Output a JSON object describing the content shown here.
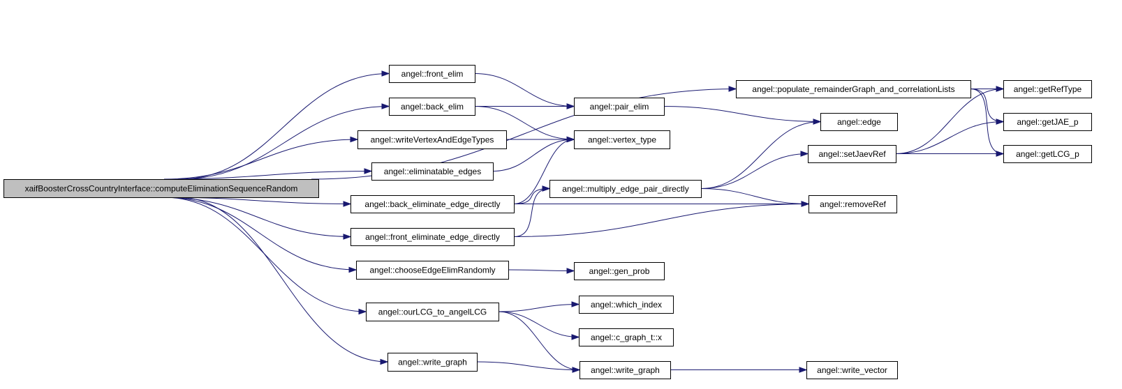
{
  "graph": {
    "colors": {
      "edge": "#191970",
      "node_border": "#000000",
      "root_fill": "#bfbfbf",
      "node_fill": "#ffffff"
    },
    "nodes": [
      {
        "id": "root",
        "label": "xaifBoosterCrossCountryInterface::computeEliminationSequenceRandom",
        "root": true
      },
      {
        "id": "front_elim",
        "label": "angel::front_elim"
      },
      {
        "id": "back_elim",
        "label": "angel::back_elim"
      },
      {
        "id": "writeVertexAndEdgeTypes",
        "label": "angel::writeVertexAndEdgeTypes"
      },
      {
        "id": "eliminatable_edges",
        "label": "angel::eliminatable_edges"
      },
      {
        "id": "back_eliminate_edge_directly",
        "label": "angel::back_eliminate_edge_directly"
      },
      {
        "id": "front_eliminate_edge_directly",
        "label": "angel::front_eliminate_edge_directly"
      },
      {
        "id": "chooseEdgeElimRandomly",
        "label": "angel::chooseEdgeElimRandomly"
      },
      {
        "id": "ourLCG_to_angelLCG",
        "label": "angel::ourLCG_to_angelLCG"
      },
      {
        "id": "write_graph_1",
        "label": "angel::write_graph"
      },
      {
        "id": "pair_elim",
        "label": "angel::pair_elim"
      },
      {
        "id": "vertex_type",
        "label": "angel::vertex_type"
      },
      {
        "id": "multiply_edge_pair_directly",
        "label": "angel::multiply_edge_pair_directly"
      },
      {
        "id": "gen_prob",
        "label": "angel::gen_prob"
      },
      {
        "id": "which_index",
        "label": "angel::which_index"
      },
      {
        "id": "c_graph_t_x",
        "label": "angel::c_graph_t::x"
      },
      {
        "id": "write_graph_2",
        "label": "angel::write_graph"
      },
      {
        "id": "populate",
        "label": "angel::populate_remainderGraph_and_correlationLists"
      },
      {
        "id": "edge",
        "label": "angel::edge"
      },
      {
        "id": "setJaevRef",
        "label": "angel::setJaevRef"
      },
      {
        "id": "removeRef",
        "label": "angel::removeRef"
      },
      {
        "id": "write_vector",
        "label": "angel::write_vector"
      },
      {
        "id": "getRefType",
        "label": "angel::getRefType"
      },
      {
        "id": "getJAE_p",
        "label": "angel::getJAE_p"
      },
      {
        "id": "getLCG_p",
        "label": "angel::getLCG_p"
      }
    ],
    "edges": [
      [
        "root",
        "populate"
      ],
      [
        "root",
        "front_elim"
      ],
      [
        "root",
        "back_elim"
      ],
      [
        "root",
        "writeVertexAndEdgeTypes"
      ],
      [
        "root",
        "eliminatable_edges"
      ],
      [
        "root",
        "back_eliminate_edge_directly"
      ],
      [
        "root",
        "front_eliminate_edge_directly"
      ],
      [
        "root",
        "chooseEdgeElimRandomly"
      ],
      [
        "root",
        "ourLCG_to_angelLCG"
      ],
      [
        "root",
        "write_graph_1"
      ],
      [
        "front_elim",
        "pair_elim"
      ],
      [
        "back_elim",
        "pair_elim"
      ],
      [
        "back_elim",
        "vertex_type"
      ],
      [
        "writeVertexAndEdgeTypes",
        "vertex_type"
      ],
      [
        "eliminatable_edges",
        "vertex_type"
      ],
      [
        "pair_elim",
        "edge"
      ],
      [
        "back_eliminate_edge_directly",
        "vertex_type"
      ],
      [
        "back_eliminate_edge_directly",
        "multiply_edge_pair_directly"
      ],
      [
        "back_eliminate_edge_directly",
        "removeRef"
      ],
      [
        "front_eliminate_edge_directly",
        "multiply_edge_pair_directly"
      ],
      [
        "front_eliminate_edge_directly",
        "removeRef"
      ],
      [
        "multiply_edge_pair_directly",
        "edge"
      ],
      [
        "multiply_edge_pair_directly",
        "setJaevRef"
      ],
      [
        "multiply_edge_pair_directly",
        "removeRef"
      ],
      [
        "chooseEdgeElimRandomly",
        "gen_prob"
      ],
      [
        "ourLCG_to_angelLCG",
        "which_index"
      ],
      [
        "ourLCG_to_angelLCG",
        "c_graph_t_x"
      ],
      [
        "ourLCG_to_angelLCG",
        "write_graph_2"
      ],
      [
        "write_graph_1",
        "write_graph_2"
      ],
      [
        "write_graph_2",
        "write_vector"
      ],
      [
        "populate",
        "getRefType"
      ],
      [
        "populate",
        "getJAE_p"
      ],
      [
        "populate",
        "getLCG_p"
      ],
      [
        "setJaevRef",
        "getRefType"
      ],
      [
        "setJaevRef",
        "getJAE_p"
      ],
      [
        "setJaevRef",
        "getLCG_p"
      ]
    ]
  }
}
